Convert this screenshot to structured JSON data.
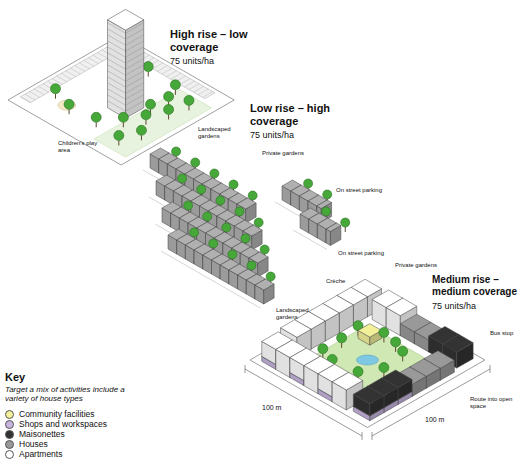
{
  "diagram": {
    "labels": [
      "High rise – low coverage",
      "75 units/ha",
      "Landscaped gardens",
      "Children's play area",
      "Low rise – high coverage",
      "75 units/ha",
      "Private gardens",
      "On street parking",
      "On street parking",
      "Medium rise – medium coverage",
      "75 units/ha",
      "Private gardens",
      "Crèche",
      "Landscaped gardens",
      "Bus stop",
      "Route into open space",
      "100 m",
      "100 m",
      "Key",
      "Target a mix of activities include a variety of house types"
    ],
    "legend": [
      {
        "text": "Community facilities",
        "color": "#f3f09a"
      },
      {
        "text": "Shops and workspaces",
        "color": "#c7b4de"
      },
      {
        "text": "Maisonettes",
        "color": "#333333"
      },
      {
        "text": "Houses",
        "color": "#999999"
      },
      {
        "text": "Apartments",
        "color": "#ffffff"
      }
    ]
  }
}
